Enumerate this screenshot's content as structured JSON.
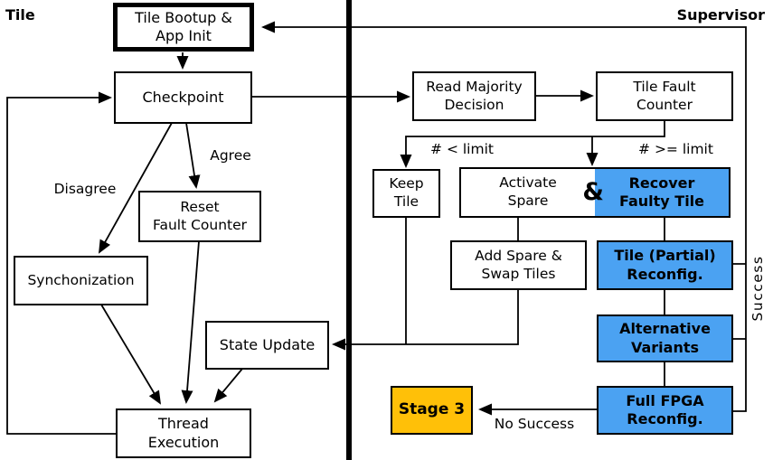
{
  "regions": {
    "tile_label": "Tile",
    "supervisor_label": "Supervisor"
  },
  "nodes": {
    "tile_bootup": "Tile Bootup &\nApp Init",
    "checkpoint": "Checkpoint",
    "reset_fault_counter": "Reset\nFault Counter",
    "synchonization": "Synchonization",
    "state_update": "State Update",
    "thread_execution": "Thread\nExecution",
    "read_majority_decision": "Read Majority\nDecision",
    "tile_fault_counter": "Tile Fault\nCounter",
    "keep_tile": "Keep\nTile",
    "activate_spare": "Activate\nSpare",
    "ampersand": "&",
    "recover_faulty_tile": "Recover\nFaulty Tile",
    "add_spare_swap_tiles": "Add Spare &\nSwap Tiles",
    "tile_partial_reconfig": "Tile (Partial)\nReconfig.",
    "alternative_variants": "Alternative\nVariants",
    "full_fpga_reconfig": "Full FPGA\nReconfig.",
    "stage_3": "Stage 3"
  },
  "edge_labels": {
    "agree": "Agree",
    "disagree": "Disagree",
    "count_below_limit": "# < limit",
    "count_at_or_above_limit": "# >= limit",
    "success": "Success",
    "no_success": "No Success"
  },
  "colors": {
    "highlight_blue": "#4BA2F2",
    "highlight_orange": "#FFC008",
    "line_black": "#000000"
  }
}
